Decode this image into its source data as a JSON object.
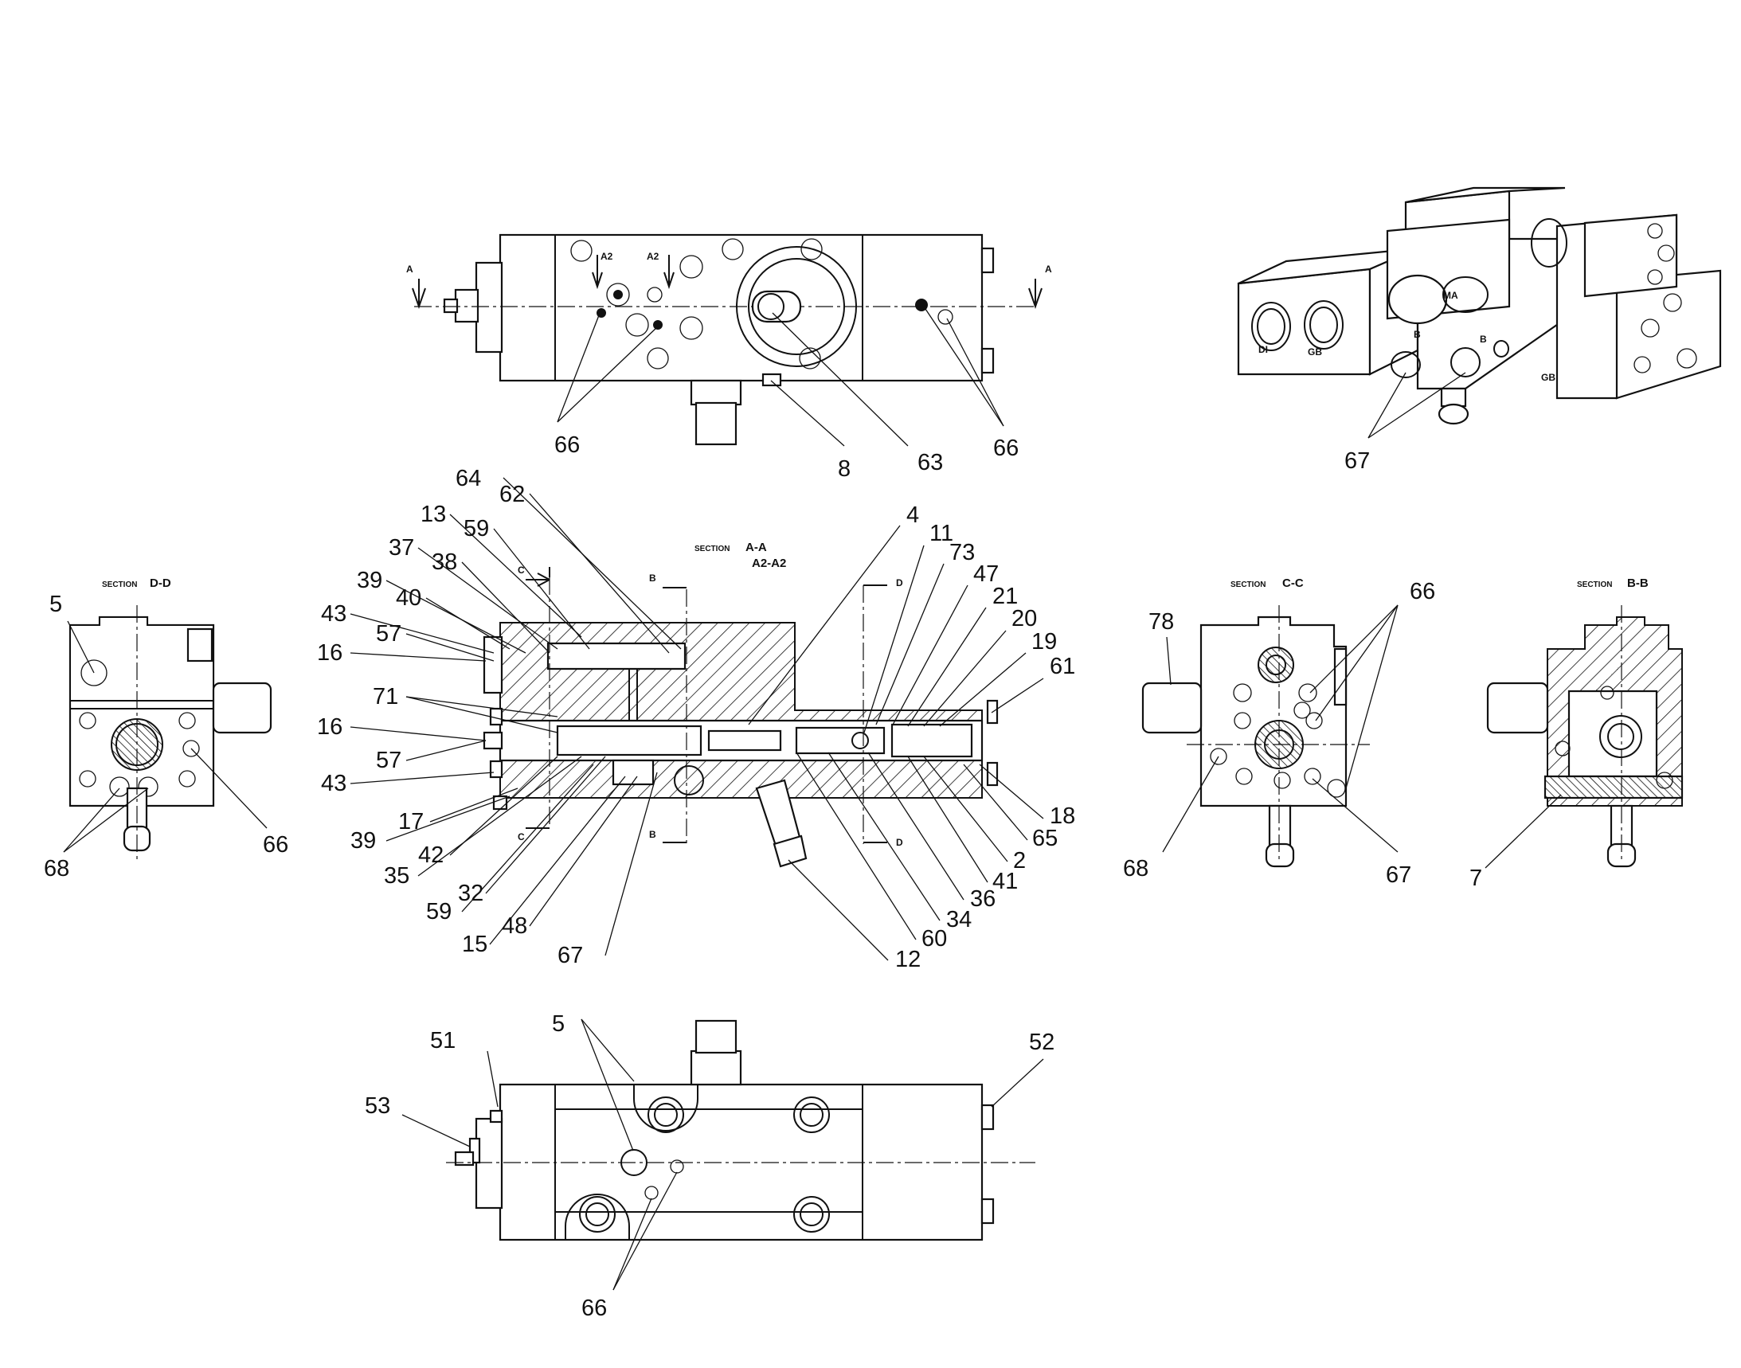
{
  "section_titles": {
    "aa_prefix": "SECTION",
    "aa": "A-A",
    "a2a2": "A2-A2",
    "dd_prefix": "SECTION",
    "dd": "D-D",
    "cc_prefix": "SECTION",
    "cc": "C-C",
    "bb_prefix": "SECTION",
    "bb": "B-B"
  },
  "cut_markers": {
    "a": "A",
    "a2": "A2",
    "b": "B",
    "c": "C",
    "d": "D"
  },
  "iso_tags": [
    "DI",
    "GB",
    "MA",
    "B",
    "B",
    "GB"
  ],
  "callouts": {
    "top": [
      "66",
      "8",
      "63",
      "66"
    ],
    "iso": [
      "67"
    ],
    "section_aa_left": [
      "64",
      "62",
      "13",
      "59",
      "37",
      "38",
      "39",
      "40",
      "43",
      "57",
      "16",
      "71",
      "16",
      "57",
      "43",
      "17",
      "39",
      "42",
      "35",
      "32",
      "59",
      "48",
      "15",
      "67"
    ],
    "section_aa_right": [
      "4",
      "11",
      "73",
      "47",
      "21",
      "20",
      "19",
      "61",
      "18",
      "65",
      "2",
      "41",
      "36",
      "34",
      "60",
      "12"
    ],
    "section_dd": [
      "5",
      "68",
      "66"
    ],
    "section_cc": [
      "78",
      "66",
      "68",
      "67"
    ],
    "section_bb": [
      "7"
    ],
    "bottom": [
      "51",
      "5",
      "52",
      "53",
      "66"
    ]
  }
}
